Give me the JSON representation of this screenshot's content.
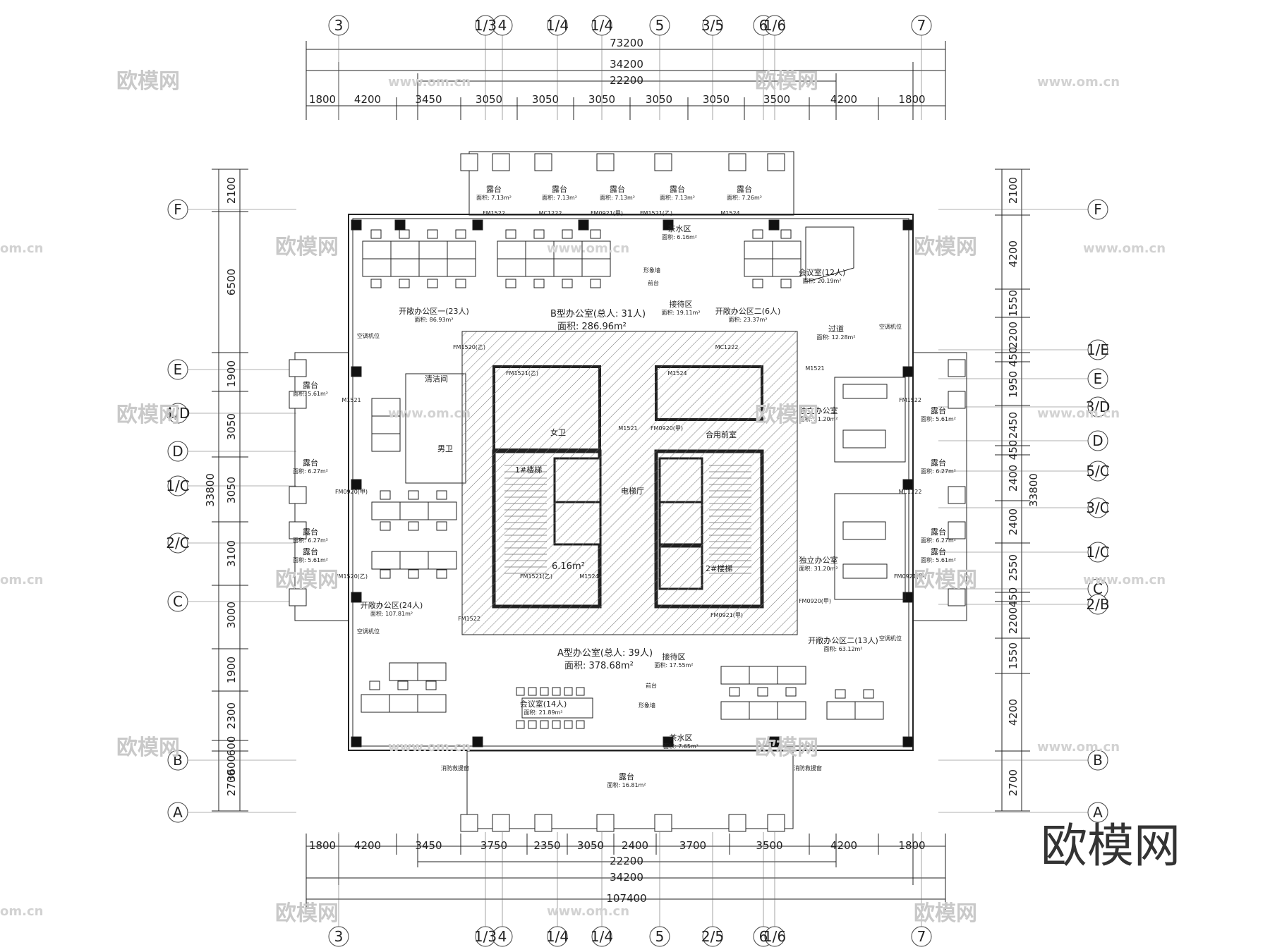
{
  "dims": {
    "top_total": "73200",
    "top_mid": "34200",
    "top_inner": "22200",
    "top_segments": [
      "1800",
      "4200",
      "3450",
      "3050",
      "3050",
      "3050",
      "3050",
      "3050",
      "3500",
      "4200",
      "1800"
    ],
    "bottom_segments": [
      "1800",
      "4200",
      "3450",
      "3750",
      "2350",
      "3050",
      "2400",
      "3700",
      "3500",
      "4200",
      "1800"
    ],
    "bottom_inner": "22200",
    "bottom_mid": "34200",
    "bottom_total": "107400",
    "left_segments": [
      "2100",
      "6500",
      "1900",
      "3050",
      "3050",
      "3100",
      "3000",
      "1900",
      "2300",
      "3600",
      "600",
      "2700"
    ],
    "left_total": "33800",
    "right_segments": [
      "2100",
      "4200",
      "1550",
      "2200",
      "450",
      "1950",
      "2450",
      "450",
      "2400",
      "2400",
      "2550",
      "450",
      "2200",
      "1550",
      "4200",
      "2700"
    ],
    "right_total": "33800"
  },
  "axes": {
    "top": [
      "3",
      "1/3",
      "4",
      "1/4",
      "1/4",
      "5",
      "3/5",
      "6",
      "1/6",
      "7"
    ],
    "bottom": [
      "3",
      "1/3",
      "4",
      "1/4",
      "1/4",
      "5",
      "2/5",
      "6",
      "1/6",
      "7"
    ],
    "left": [
      "F",
      "E",
      "1/D",
      "D",
      "1/C",
      "2/C",
      "C",
      "B",
      "A"
    ],
    "right": [
      "F",
      "1/E",
      "E",
      "3/D",
      "D",
      "5/C",
      "3/C",
      "1/C",
      "C",
      "2/B",
      "B",
      "A"
    ]
  },
  "rooms": [
    {
      "name": "露台",
      "area": "面积: 7.13m²"
    },
    {
      "name": "露台",
      "area": "面积: 7.13m²"
    },
    {
      "name": "露台",
      "area": "面积: 7.13m²"
    },
    {
      "name": "露台",
      "area": "面积: 7.13m²"
    },
    {
      "name": "露台",
      "area": "面积: 7.26m²"
    },
    {
      "name": "茶水区",
      "area": "面积: 6.16m²"
    },
    {
      "name": "开敞办公区一(23人)",
      "area": "面积: 86.93m²"
    },
    {
      "name": "开敞办公区二(6人)",
      "area": "面积: 23.37m²"
    },
    {
      "name": "会议室(12人)",
      "area": "面积: 20.19m²"
    },
    {
      "name": "接待区",
      "area": "面积: 19.11m²"
    },
    {
      "name": "过道",
      "area": "面积: 12.28m²"
    },
    {
      "name": "独立办公室",
      "area": "面积: 31.20m²"
    },
    {
      "name": "独立办公室",
      "area": "面积: 31.20m²"
    },
    {
      "name": "开敞办公区(24人)",
      "area": "面积: 107.81m²"
    },
    {
      "name": "开敞办公区二(13人)",
      "area": "面积: 63.12m²"
    },
    {
      "name": "会议室(14人)",
      "area": "面积: 21.89m²"
    },
    {
      "name": "接待区",
      "area": "面积: 17.55m²"
    },
    {
      "name": "茶水区",
      "area": "面积: 7.65m²"
    },
    {
      "name": "露台",
      "area": "面积: 16.81m²"
    },
    {
      "name": "露台",
      "area": "面积: 5.61m²"
    },
    {
      "name": "露台",
      "area": "面积: 6.27m²"
    },
    {
      "name": "露台",
      "area": "面积: 6.27m²"
    },
    {
      "name": "露台",
      "area": "面积: 5.61m²"
    },
    {
      "name": "露台",
      "area": "面积: 5.61m²"
    },
    {
      "name": "露台",
      "area": "面积: 6.27m²"
    },
    {
      "name": "露台",
      "area": "面积: 6.27m²"
    },
    {
      "name": "露台",
      "area": "面积: 5.61m²"
    }
  ],
  "labels": {
    "office_b": "B型办公室(总人: 31人)",
    "office_b_area": "面积: 286.96m²",
    "office_a": "A型办公室(总人: 39人)",
    "office_a_area": "面积: 378.68m²",
    "female_wc": "女卫",
    "male_wc": "男卫",
    "cleaning": "清洁间",
    "shared_hall": "合用前室",
    "stair1": "1#楼梯",
    "stair2": "2#楼梯",
    "lift_hall": "电梯厅",
    "stair_area": "6.16m²",
    "front_desk_b": "前台",
    "front_desk_a": "前台",
    "logo_wall_b": "形象墙",
    "logo_wall_a": "形象墙",
    "ac_unit": "空调机位",
    "fire_window": "消防救援窗",
    "door_tags": [
      "FM1522",
      "MC1222",
      "FM0921(甲)",
      "FM1521(乙)",
      "M1524",
      "M1521",
      "FM0920(甲)",
      "FM1520(乙)"
    ],
    "watermark": "欧模网",
    "watermark_url": "www.om.cn",
    "watermark_url_short": "om.cn",
    "logo": "欧模网"
  }
}
